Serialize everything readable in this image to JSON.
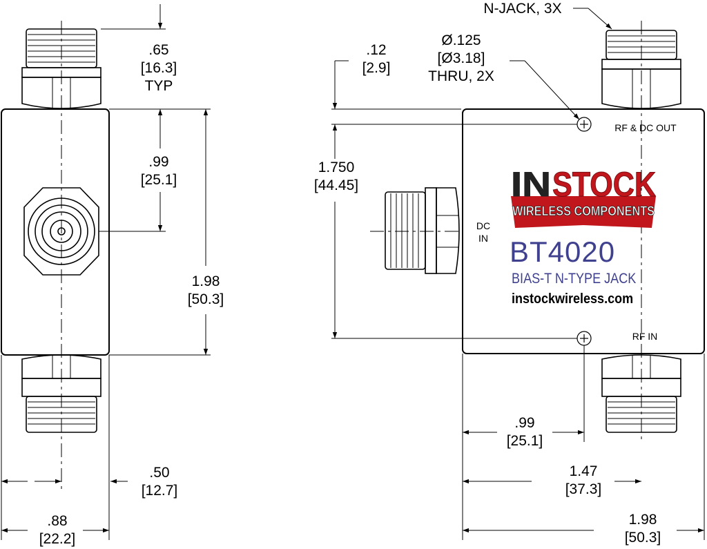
{
  "left_view": {
    "connector_length": {
      "in": ".65",
      "mm": "[16.3]",
      "note": "TYP"
    },
    "center_offset": {
      "in": ".99",
      "mm": "[25.1]"
    },
    "body_height": {
      "in": "1.98",
      "mm": "[50.3]"
    },
    "half_width": {
      "in": ".50",
      "mm": "[12.7]"
    },
    "width": {
      "in": ".88",
      "mm": "[22.2]"
    }
  },
  "right_view": {
    "connector_callout": "N-JACK, 3X",
    "hole_dia": {
      "in": "Ø.125",
      "mm": "[Ø3.18]",
      "note": "THRU, 2X"
    },
    "hole_offset": {
      "in": ".12",
      "mm": "[2.9]"
    },
    "hole_spacing": {
      "in": "1.750",
      "mm": "[44.45]"
    },
    "port_rf_dc_out": "RF & DC OUT",
    "port_dc_in": {
      "line1": "DC",
      "line2": "IN"
    },
    "port_rf_in": "RF IN",
    "dim_099": {
      "in": ".99",
      "mm": "[25.1]"
    },
    "dim_147": {
      "in": "1.47",
      "mm": "[37.3]"
    },
    "dim_198": {
      "in": "1.98",
      "mm": "[50.3]"
    }
  },
  "label": {
    "logo_in": "IN",
    "logo_stock": "STOCK",
    "logo_sub": "WIRELESS COMPONENTS",
    "model": "BT4020",
    "description": "BIAS-T N-TYPE JACK",
    "website": "instockwireless.com",
    "colors": {
      "logo_red": "#c0161c",
      "model_blue": "#3f418f",
      "logo_dark": "#222222"
    }
  }
}
